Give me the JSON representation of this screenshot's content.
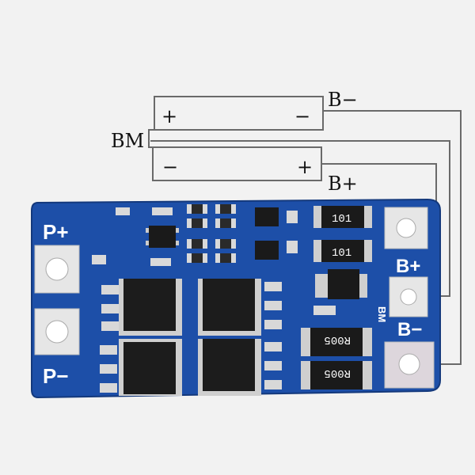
{
  "diagram": {
    "labels": {
      "bm": "BM",
      "b_minus_top": "B−",
      "b_plus_mid": "B+",
      "cell1_plus": "+",
      "cell1_minus": "−",
      "cell2_minus": "−",
      "cell2_plus": "+"
    }
  },
  "board": {
    "labels": {
      "p_plus": "P+",
      "p_minus": "P−",
      "b_plus": "B+",
      "b_minus": "B−",
      "bm_vertical": "BM",
      "res_101_a": "101",
      "res_101_b": "101",
      "res_r005_a": "R005",
      "res_r005_b": "R005"
    }
  },
  "colors": {
    "pcb": "#1d4fa8",
    "pad": "#e6e6e6",
    "mosfet": "#1c1c1c",
    "wire": "#6a6a6a"
  }
}
